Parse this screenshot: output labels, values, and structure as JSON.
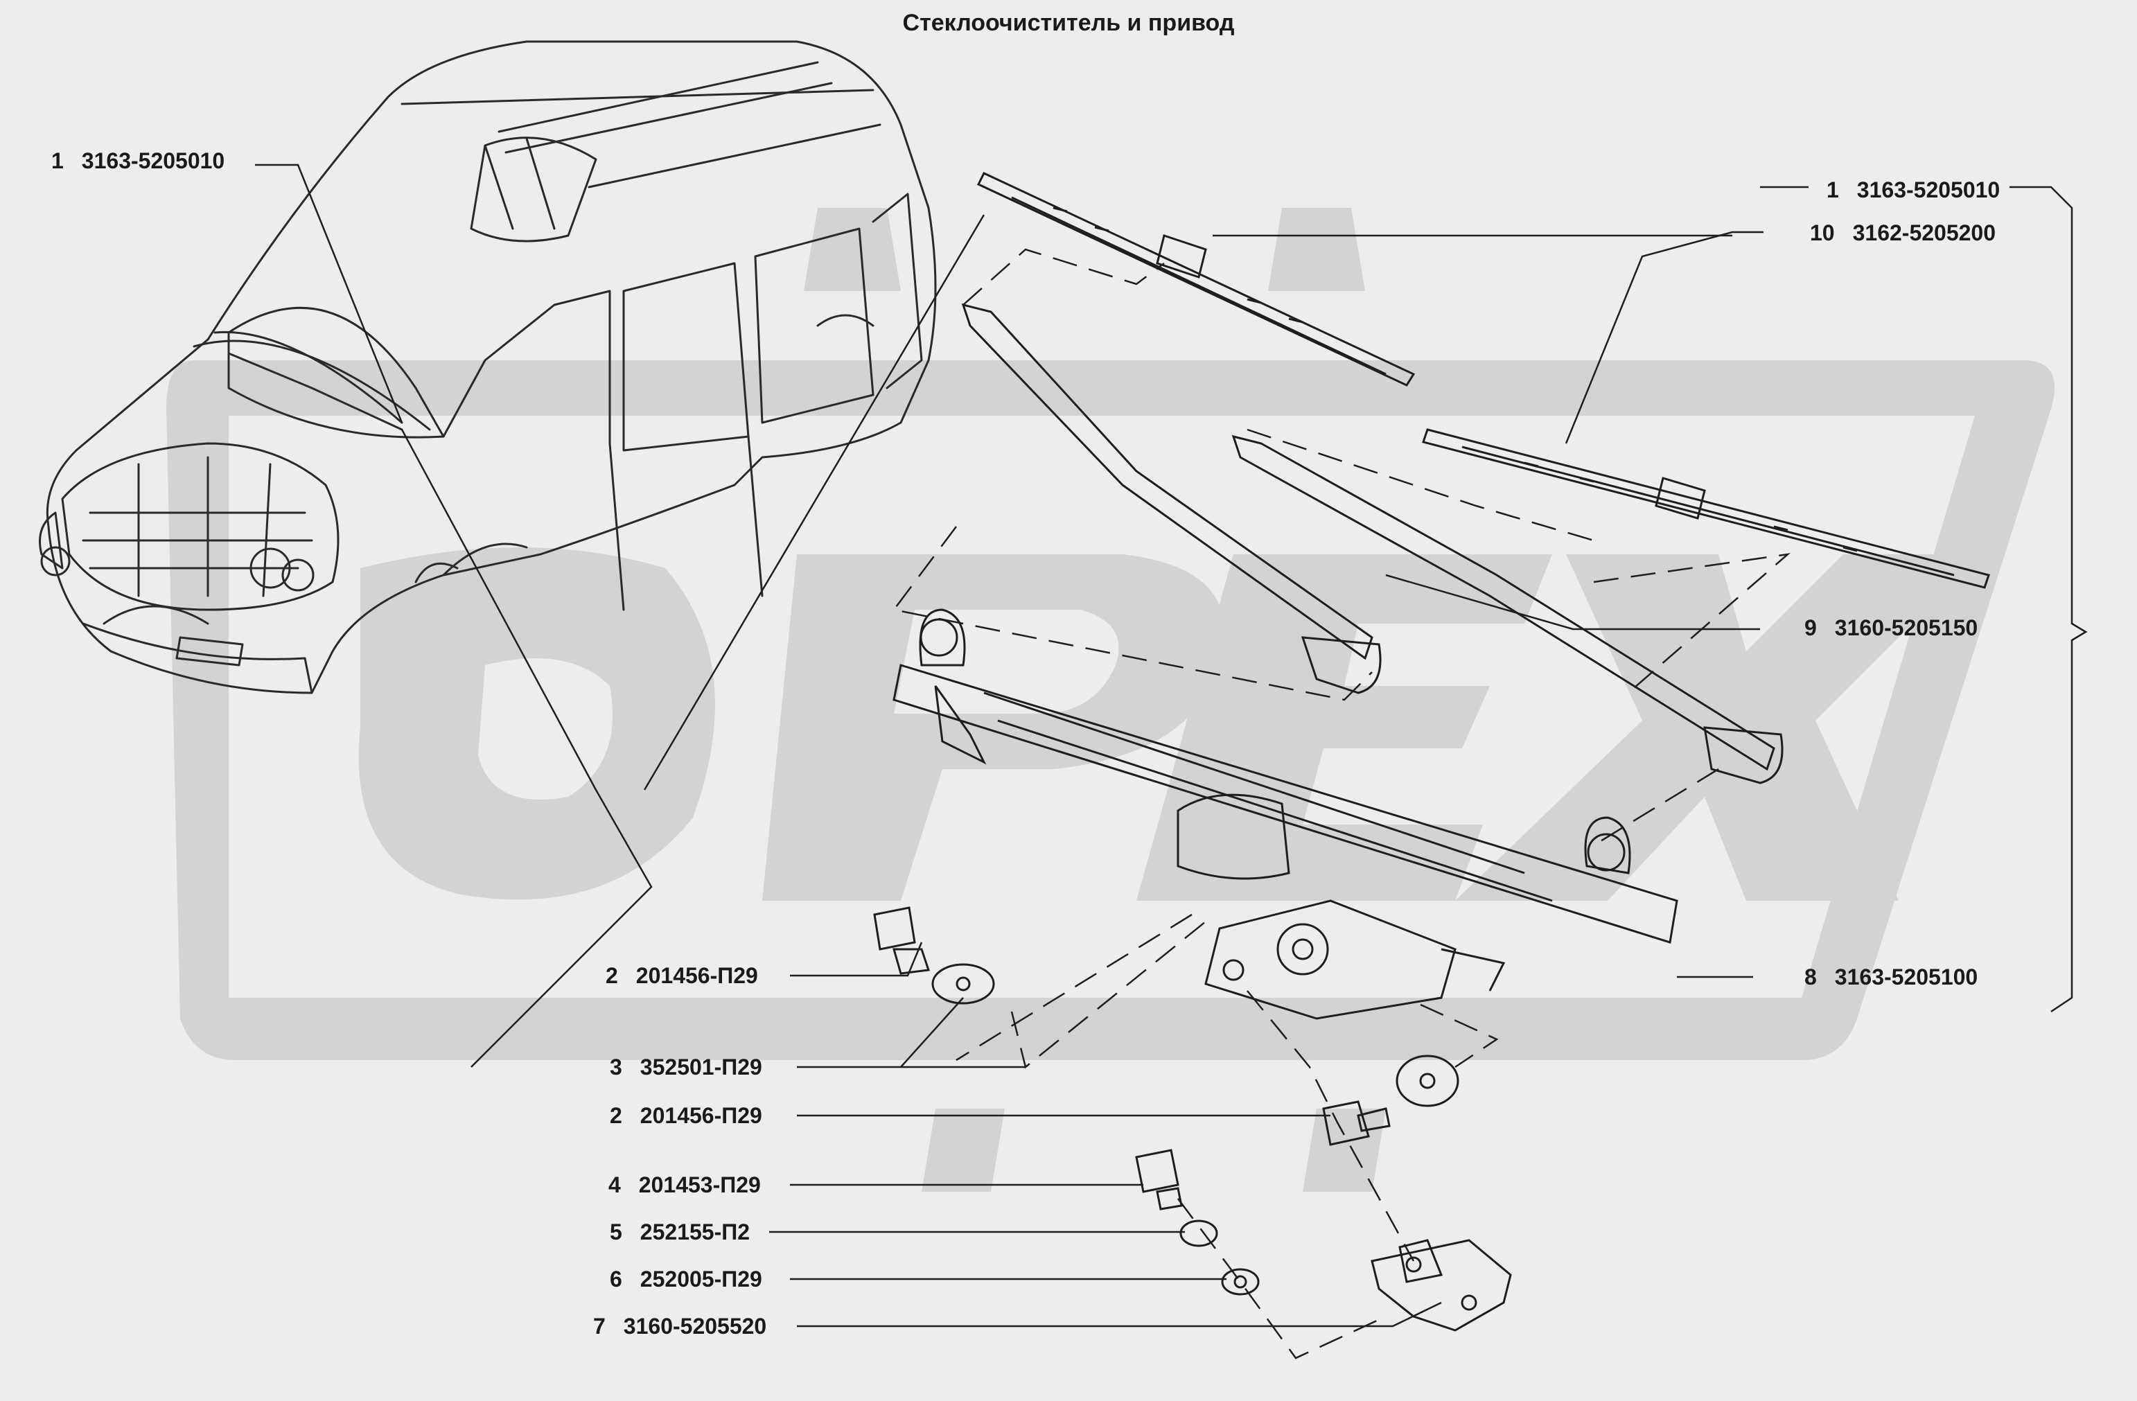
{
  "title": "Стеклоочиститель и привод",
  "watermark": {
    "text": "ОРЕХ",
    "color": "#d3d3d1"
  },
  "callouts": [
    {
      "id": "c1-left",
      "num": "1",
      "part": "3163-5205010"
    },
    {
      "id": "c1-right",
      "num": "1",
      "part": "3163-5205010"
    },
    {
      "id": "c10",
      "num": "10",
      "part": "3162-5205200"
    },
    {
      "id": "c9",
      "num": "9",
      "part": "3160-5205150"
    },
    {
      "id": "c8",
      "num": "8",
      "part": "3163-5205100"
    },
    {
      "id": "c2a",
      "num": "2",
      "part": "201456-П29"
    },
    {
      "id": "c3",
      "num": "3",
      "part": "352501-П29"
    },
    {
      "id": "c2b",
      "num": "2",
      "part": "201456-П29"
    },
    {
      "id": "c4",
      "num": "4",
      "part": "201453-П29"
    },
    {
      "id": "c5",
      "num": "5",
      "part": "252155-П2"
    },
    {
      "id": "c6",
      "num": "6",
      "part": "252005-П29"
    },
    {
      "id": "c7",
      "num": "7",
      "part": "3160-5205520"
    }
  ]
}
